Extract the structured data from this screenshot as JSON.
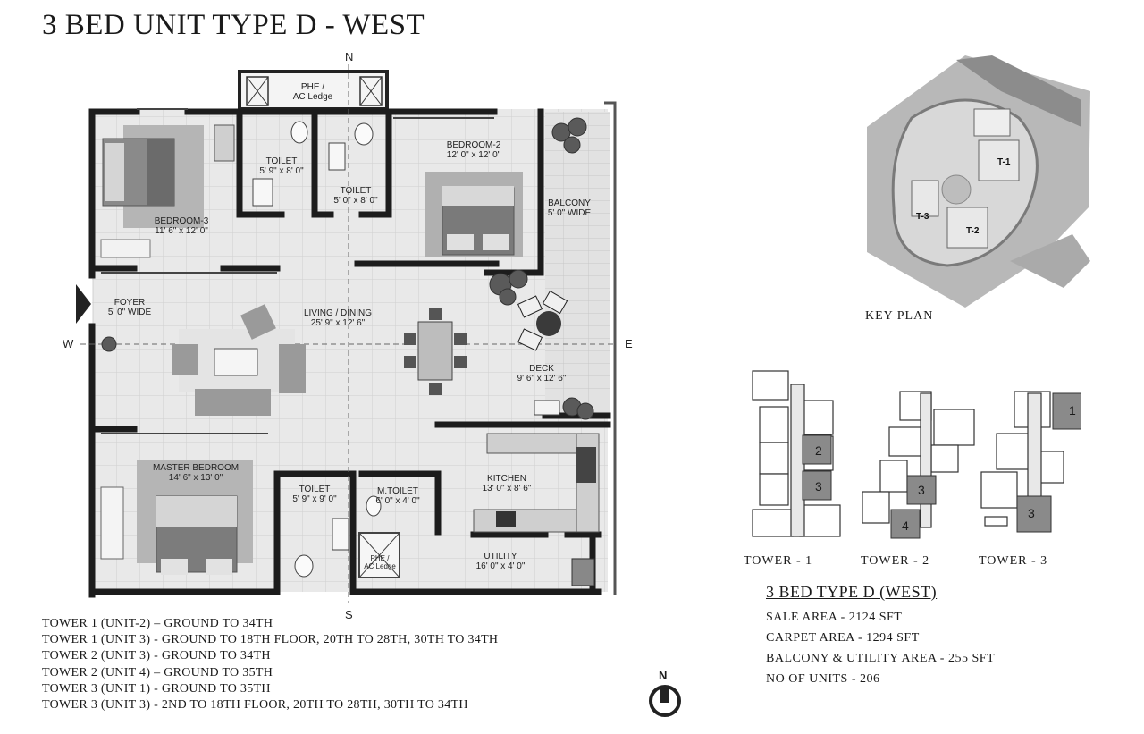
{
  "title": "3 BED UNIT TYPE D - WEST",
  "compass": {
    "n": "N",
    "s": "S",
    "e": "E",
    "w": "W"
  },
  "rooms": {
    "phe_top": {
      "name": "PHE /",
      "sub": "AC Ledge"
    },
    "toilet1": {
      "name": "TOILET",
      "dim": "5' 9\" x 8' 0\""
    },
    "toilet2": {
      "name": "TOILET",
      "dim": "5' 0\" x 8' 0\""
    },
    "bedroom2": {
      "name": "BEDROOM-2",
      "dim": "12' 0\" x 12' 0\""
    },
    "balcony": {
      "name": "BALCONY",
      "dim": "5' 0\" WIDE"
    },
    "bedroom3": {
      "name": "BEDROOM-3",
      "dim": "11' 6\" x 12' 0\""
    },
    "foyer": {
      "name": "FOYER",
      "dim": "5' 0\" WIDE"
    },
    "living": {
      "name": "LIVING / DINING",
      "dim": "25' 9\" x 12' 6\""
    },
    "deck": {
      "name": "DECK",
      "dim": "9' 6\" x 12' 6\""
    },
    "master": {
      "name": "MASTER BEDROOM",
      "dim": "14' 6\" x 13' 0\""
    },
    "toilet3": {
      "name": "TOILET",
      "dim": "5' 9\" x 9' 0\""
    },
    "mtoilet": {
      "name": "M.TOILET",
      "dim": "6' 0\" x 4' 0\""
    },
    "kitchen": {
      "name": "KITCHEN",
      "dim": "13' 0\" x 8' 6\""
    },
    "utility": {
      "name": "UTILITY",
      "dim": "16' 0\" x 4' 0\""
    },
    "phe_bottom": {
      "name": "PHE /",
      "sub": "AC Ledge"
    }
  },
  "key_plan": {
    "label": "KEY PLAN",
    "towers": [
      "T-1",
      "T-2",
      "T-3"
    ]
  },
  "tower_diagrams": [
    {
      "name": "TOWER - 1",
      "units": [
        "2",
        "3"
      ]
    },
    {
      "name": "TOWER - 2",
      "units": [
        "3",
        "4"
      ]
    },
    {
      "name": "TOWER - 3",
      "units": [
        "1",
        "3"
      ]
    }
  ],
  "notes": [
    "TOWER 1 (UNIT-2) – GROUND TO 34TH",
    "TOWER 1 (UNIT 3) - GROUND TO 18TH  FLOOR, 20TH TO 28TH, 30TH TO 34TH",
    "TOWER 2 (UNIT 3) -  GROUND TO 34TH",
    "TOWER 2 (UNIT 4) –  GROUND TO 35TH",
    "TOWER 3 (UNIT 1) -  GROUND TO 35TH",
    "TOWER 3 (UNIT 3) -  2ND TO 18TH  FLOOR, 20TH TO 28TH, 30TH TO 34TH"
  ],
  "summary": {
    "heading": "3 BED TYPE D (WEST)",
    "lines": [
      "SALE AREA - 2124 SFT",
      "CARPET AREA  - 1294 SFT",
      "BALCONY & UTILITY AREA  - 255 SFT",
      "NO OF UNITS  - 206"
    ]
  },
  "north_symbol": "N",
  "colors": {
    "wall": "#1c1c1c",
    "floor": "#e6e6e6",
    "grid": "#cfcfcf",
    "unit_highlight": "#8a8a8a"
  }
}
